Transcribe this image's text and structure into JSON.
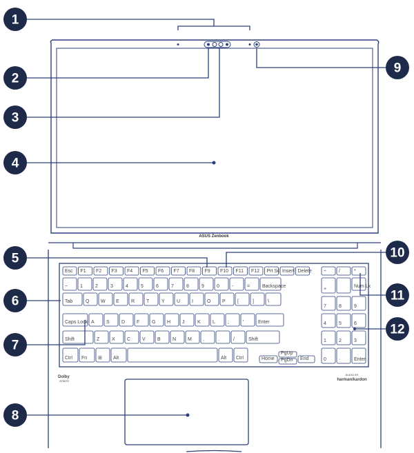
{
  "brand": {
    "laptop_logo": "ASUS Zenbook",
    "speaker_brand": "harman/kardon",
    "speaker_tagline": "AUDIO BY",
    "dolby_logo": "Dolby",
    "dolby_sub": "ATMOS"
  },
  "callouts": [
    "1",
    "2",
    "3",
    "4",
    "5",
    "6",
    "7",
    "8",
    "9",
    "10",
    "11",
    "12"
  ],
  "keys": {
    "fn_row": [
      "Esc",
      "F1",
      "F2",
      "F3",
      "F4",
      "F5",
      "F6",
      "F7",
      "F8",
      "F9",
      "F10",
      "F11",
      "F12",
      "Prt Sc",
      "Insert",
      "Delete"
    ],
    "number_row": [
      "~",
      "1",
      "2",
      "3",
      "4",
      "5",
      "6",
      "7",
      "8",
      "9",
      "0",
      "-",
      "=",
      "Backspace"
    ],
    "q_row": [
      "Tab",
      "Q",
      "W",
      "E",
      "R",
      "T",
      "Y",
      "U",
      "I",
      "O",
      "P",
      "[",
      "]",
      "\\"
    ],
    "a_row": [
      "Caps Lock",
      "A",
      "S",
      "D",
      "F",
      "G",
      "H",
      "J",
      "K",
      "L",
      ";",
      "'",
      "Enter"
    ],
    "z_row": [
      "Shift",
      "Z",
      "X",
      "C",
      "V",
      "B",
      "N",
      "M",
      ",",
      ".",
      "/",
      "Shift"
    ],
    "bottom_row": [
      "Ctrl",
      "Fn",
      "⊞",
      "Alt",
      "",
      "Alt",
      "Ctrl"
    ],
    "numpad": [
      "÷",
      "/",
      "*",
      "Num Lk",
      "7",
      "8",
      "9",
      "+",
      "4",
      "5",
      "6",
      "1",
      "2",
      "3",
      "0",
      "·",
      "Enter"
    ],
    "nav": [
      "Home",
      "PgUp",
      "End",
      "PgDn"
    ]
  }
}
